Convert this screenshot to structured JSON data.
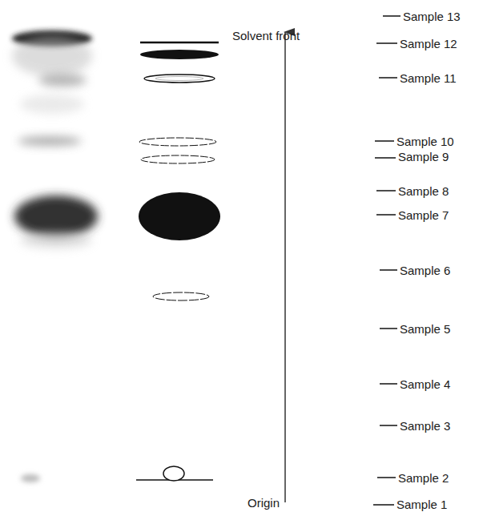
{
  "diagram": {
    "labels": [
      "Sample 13",
      "Solvent front",
      "Sample 12",
      "Sample 11",
      "Sample 10",
      "Sample 9",
      "Sample 8",
      "Sample 7",
      "Sample 6",
      "Sample 5",
      "Sample 4",
      "Sample 3",
      "Sample 2",
      "Origin",
      "Sample 1"
    ]
  }
}
